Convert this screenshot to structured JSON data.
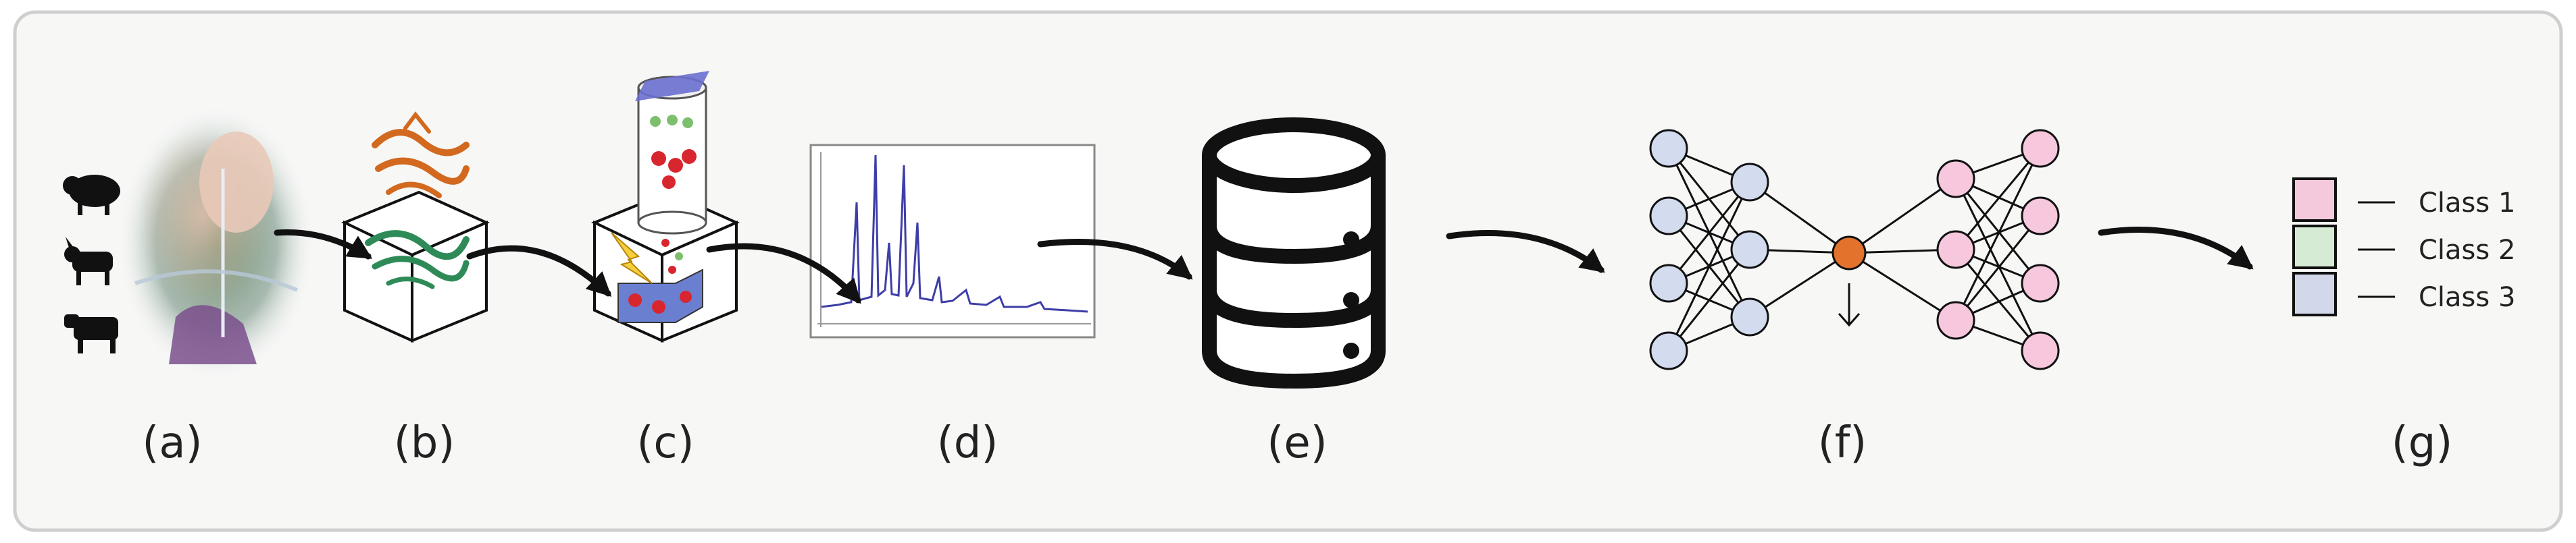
{
  "panels": [
    {
      "label": "(a)"
    },
    {
      "label": "(b)"
    },
    {
      "label": "(c)"
    },
    {
      "label": "(d)"
    },
    {
      "label": "(e)"
    },
    {
      "label": "(f)"
    },
    {
      "label": "(g)"
    }
  ],
  "legend": {
    "items": [
      {
        "label": "Class 1",
        "color": "#f4c9dc"
      },
      {
        "label": "Class 2",
        "color": "#d5ebd3"
      },
      {
        "label": "Class 3",
        "color": "#d3d7ea"
      }
    ]
  },
  "colors": {
    "frame_border": "#cfcfcf",
    "frame_fill": "#f7f7f6",
    "node_blue": "#d3dcef",
    "node_pink": "#f6c7dd",
    "node_orange": "#e3722c",
    "protein_orange": "#d2691e",
    "protein_green": "#2e8b57",
    "spectrum_line": "#3e3ea8"
  }
}
